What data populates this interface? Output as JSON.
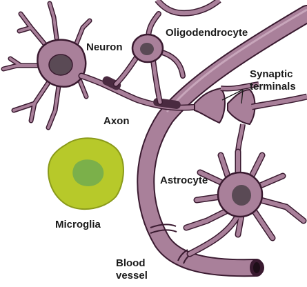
{
  "labels": {
    "neuron": "Neuron",
    "oligodendrocyte": "Oligodendrocyte",
    "synaptic_line1": "Synaptic",
    "synaptic_line2": "terminals",
    "axon": "Axon",
    "astrocyte": "Astrocyte",
    "microglia": "Microglia",
    "blood_line1": "Blood",
    "blood_line2": "vessel"
  },
  "colors": {
    "cell_fill": "#a9809a",
    "cell_dark": "#6e3f5e",
    "outline": "#3a1a30",
    "nucleus": "#5a4a55",
    "myelin": "#4a2a40",
    "microglia_outer": "#b7c92a",
    "microglia_inner": "#7bb04a"
  }
}
